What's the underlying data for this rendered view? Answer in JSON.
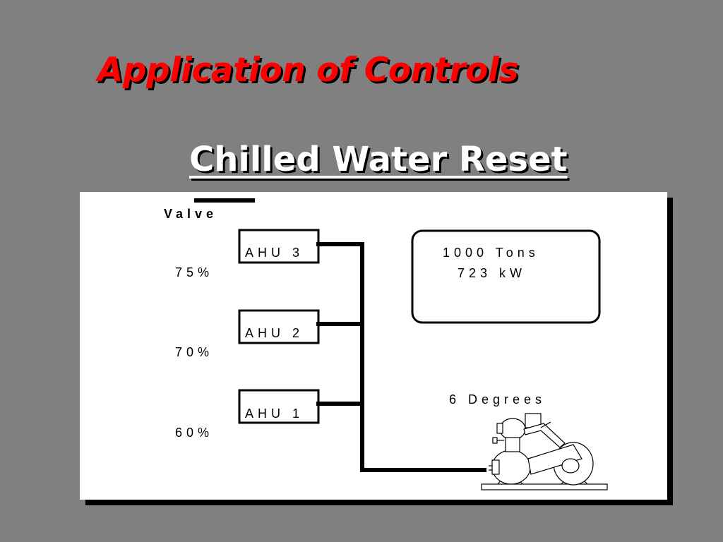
{
  "slide": {
    "title": "Application of Controls",
    "subtitle": "Chilled Water Reset"
  },
  "diagram": {
    "valve_header": "Valve",
    "ahus": [
      {
        "label": "AHU 3",
        "valve": "75%"
      },
      {
        "label": "AHU 2",
        "valve": "70%"
      },
      {
        "label": "AHU 1",
        "valve": "60%"
      }
    ],
    "chiller_info": {
      "capacity": "1000 Tons",
      "power": "723 kW"
    },
    "delta_t": "6 Degrees",
    "chiller_icon": "chiller-icon"
  }
}
